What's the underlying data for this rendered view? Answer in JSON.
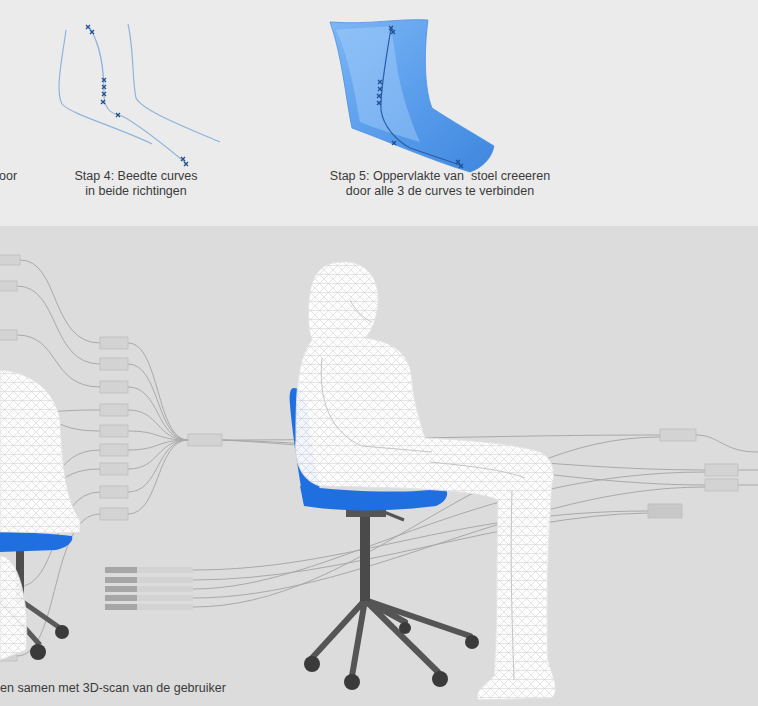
{
  "diagram": {
    "labels": [
      "oor",
      "Stap 4: Beedte curves in beide richtingen",
      "Stap 5: Oppervlakte van  stoel creeeren door alle 3 de curves te verbinden",
      "en samen met 3D-scan van de gebruiker"
    ]
  }
}
